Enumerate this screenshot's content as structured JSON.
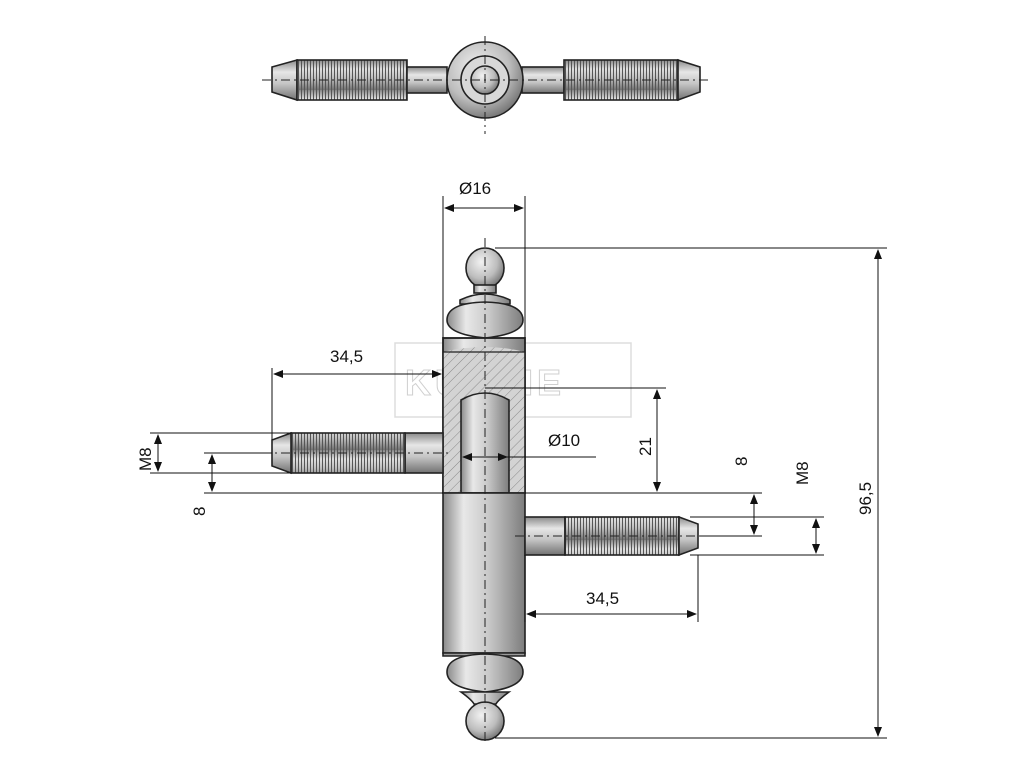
{
  "dimensions": {
    "head_diameter": "Ø16",
    "pin_diameter": "Ø10",
    "thread_length_upper": "34,5",
    "thread_length_lower": "34,5",
    "thread_upper": "M8",
    "thread_lower": "M8",
    "offset_upper": "8",
    "offset_lower": "8",
    "bore_depth": "21",
    "overall_height": "96,5"
  },
  "watermark": "KUENIE",
  "colors": {
    "metal_light": "#e4e4e4",
    "metal_mid": "#bdbdbd",
    "metal_dark": "#7a7a7a",
    "thread_dark": "#5a5a5a",
    "line": "#111111"
  }
}
